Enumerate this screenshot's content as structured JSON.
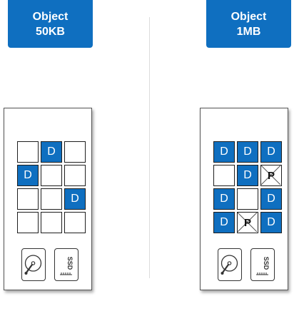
{
  "objects": [
    {
      "line1": "Object",
      "line2": "50KB"
    },
    {
      "line1": "Object",
      "line2": "1MB"
    }
  ],
  "servers": [
    {
      "cells": [
        "",
        "D",
        "",
        "D",
        "",
        "",
        "",
        "",
        "D",
        "",
        "",
        ""
      ],
      "cell_types": [
        "empty",
        "data",
        "empty",
        "data",
        "empty",
        "empty",
        "empty",
        "empty",
        "data",
        "empty",
        "empty",
        "empty"
      ]
    },
    {
      "cells": [
        "D",
        "D",
        "D",
        "",
        "D",
        "P",
        "D",
        "",
        "D",
        "D",
        "P",
        "D"
      ],
      "cell_types": [
        "data",
        "data",
        "data",
        "empty",
        "data",
        "parity",
        "data",
        "empty",
        "data",
        "data",
        "parity",
        "data"
      ]
    }
  ],
  "drive_labels": {
    "ssd": "SSD"
  },
  "icons": {
    "hdd": "hard-disk-icon",
    "ssd": "ssd-icon"
  },
  "colors": {
    "block": "#0f6fc0",
    "border": "#1e1e1e",
    "divider": "#dcdcdc"
  }
}
